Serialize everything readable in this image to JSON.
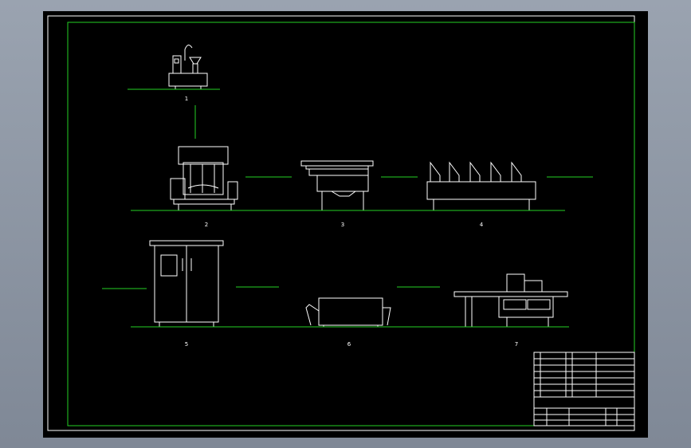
{
  "stations": [
    {
      "id": "1",
      "label": "1"
    },
    {
      "id": "2",
      "label": "2"
    },
    {
      "id": "3",
      "label": "3"
    },
    {
      "id": "4",
      "label": "4"
    },
    {
      "id": "5",
      "label": "5"
    },
    {
      "id": "6",
      "label": "6"
    },
    {
      "id": "7",
      "label": "7"
    }
  ],
  "colors": {
    "border": "#ffffff",
    "ground": "#25d025",
    "arrow": "#25d025",
    "background": "#000000"
  }
}
